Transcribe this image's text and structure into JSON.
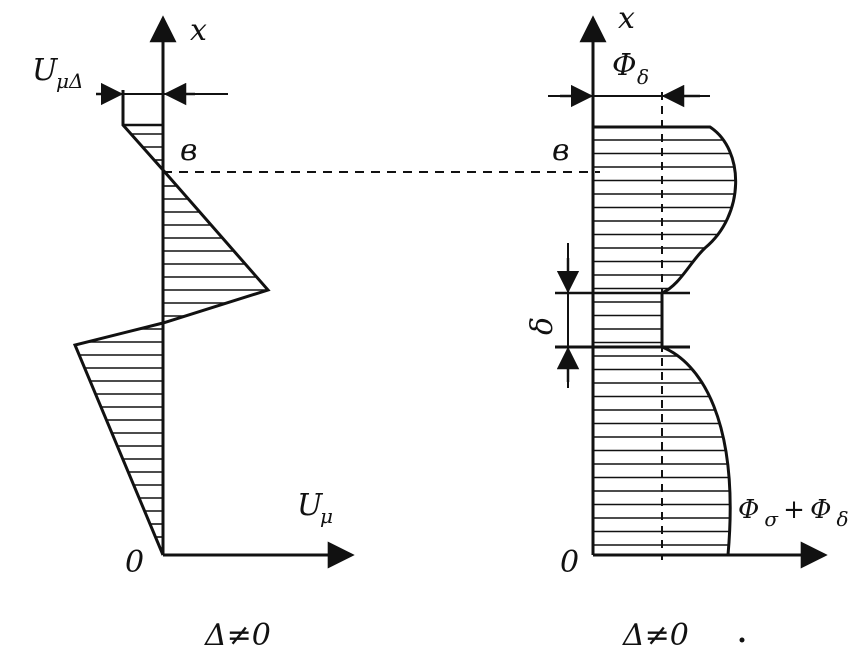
{
  "left_diagram": {
    "x_axis_label": "x",
    "width_label": "U",
    "width_label_sub": "μΔ",
    "point_b_label": "в",
    "horizontal_axis_label": "U",
    "horizontal_axis_label_sub": "μ",
    "origin_label": "0",
    "caption": "Δ≠0"
  },
  "right_diagram": {
    "x_axis_label": "x",
    "width_label": "Φ",
    "width_label_sub": "δ",
    "point_b_label": "в",
    "gap_label": "δ",
    "curve_label_part1": "Φ",
    "curve_label_sub1": "σ",
    "curve_label_plus": "+",
    "curve_label_part2": "Φ",
    "curve_label_sub2": "δ",
    "origin_label": "0",
    "caption": "Δ≠0"
  },
  "colors": {
    "ink": "#111111",
    "background": "#ffffff"
  }
}
